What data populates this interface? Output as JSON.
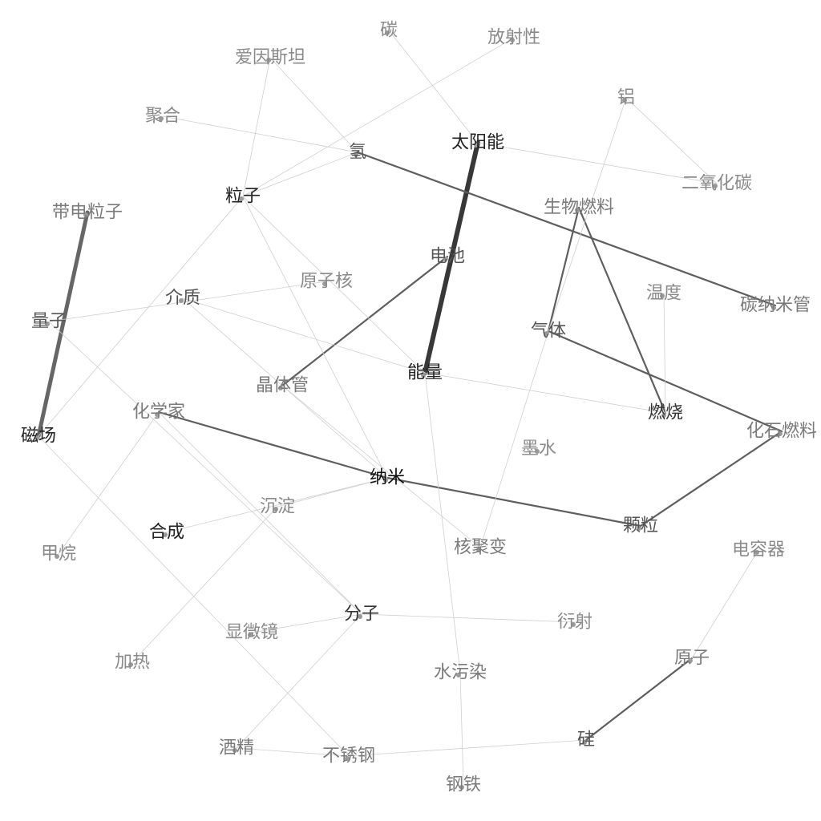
{
  "graph": {
    "nodes": [
      {
        "id": "carbon",
        "label": "碳",
        "shade": "#8a8a8a"
      },
      {
        "id": "radioactive",
        "label": "放射性",
        "shade": "#8a8a8a"
      },
      {
        "id": "einstein",
        "label": "爱因斯坦",
        "shade": "#8a8a8a"
      },
      {
        "id": "aluminum",
        "label": "铝",
        "shade": "#8a8a8a"
      },
      {
        "id": "polymerize",
        "label": "聚合",
        "shade": "#8a8a8a"
      },
      {
        "id": "solar",
        "label": "太阳能",
        "shade": "#222222"
      },
      {
        "id": "hydrogen",
        "label": "氢",
        "shade": "#555555"
      },
      {
        "id": "co2",
        "label": "二氧化碳",
        "shade": "#8a8a8a"
      },
      {
        "id": "particle",
        "label": "粒子",
        "shade": "#222222"
      },
      {
        "id": "biofuel",
        "label": "生物燃料",
        "shade": "#7a7a7a"
      },
      {
        "id": "charged_particle",
        "label": "带电粒子",
        "shade": "#7a7a7a"
      },
      {
        "id": "battery",
        "label": "电池",
        "shade": "#555555"
      },
      {
        "id": "nucleus",
        "label": "原子核",
        "shade": "#8a8a8a"
      },
      {
        "id": "temperature",
        "label": "温度",
        "shade": "#8a8a8a"
      },
      {
        "id": "nanotube",
        "label": "碳纳米管",
        "shade": "#7a7a7a"
      },
      {
        "id": "medium",
        "label": "介质",
        "shade": "#555555"
      },
      {
        "id": "quantum",
        "label": "量子",
        "shade": "#555555"
      },
      {
        "id": "gas",
        "label": "气体",
        "shade": "#555555"
      },
      {
        "id": "energy",
        "label": "能量",
        "shade": "#222222"
      },
      {
        "id": "transistor",
        "label": "晶体管",
        "shade": "#7a7a7a"
      },
      {
        "id": "combustion",
        "label": "燃烧",
        "shade": "#333333"
      },
      {
        "id": "chemist",
        "label": "化学家",
        "shade": "#7a7a7a"
      },
      {
        "id": "magnetic",
        "label": "磁场",
        "shade": "#222222"
      },
      {
        "id": "fossil",
        "label": "化石燃料",
        "shade": "#7a7a7a"
      },
      {
        "id": "ink",
        "label": "墨水",
        "shade": "#8a8a8a"
      },
      {
        "id": "nano",
        "label": "纳米",
        "shade": "#111111"
      },
      {
        "id": "precipitate",
        "label": "沉淀",
        "shade": "#8a8a8a"
      },
      {
        "id": "synthesis",
        "label": "合成",
        "shade": "#222222"
      },
      {
        "id": "granule",
        "label": "颗粒",
        "shade": "#555555"
      },
      {
        "id": "methane",
        "label": "甲烷",
        "shade": "#8a8a8a"
      },
      {
        "id": "fission",
        "label": "核聚变",
        "shade": "#7a7a7a"
      },
      {
        "id": "capacitor",
        "label": "电容器",
        "shade": "#8a8a8a"
      },
      {
        "id": "molecule",
        "label": "分子",
        "shade": "#333333"
      },
      {
        "id": "diffraction",
        "label": "衍射",
        "shade": "#8a8a8a"
      },
      {
        "id": "microscope",
        "label": "显微镜",
        "shade": "#8a8a8a"
      },
      {
        "id": "heating",
        "label": "加热",
        "shade": "#8a8a8a"
      },
      {
        "id": "atom",
        "label": "原子",
        "shade": "#7a7a7a"
      },
      {
        "id": "water_pollution",
        "label": "水污染",
        "shade": "#7a7a7a"
      },
      {
        "id": "silicon",
        "label": "硅",
        "shade": "#555555"
      },
      {
        "id": "alcohol",
        "label": "酒精",
        "shade": "#7a7a7a"
      },
      {
        "id": "stainless",
        "label": "不锈钢",
        "shade": "#7a7a7a"
      },
      {
        "id": "steel",
        "label": "钢铁",
        "shade": "#7a7a7a"
      }
    ],
    "edges": [
      {
        "source": "solar",
        "target": "energy",
        "weight": 5
      },
      {
        "source": "charged_particle",
        "target": "magnetic",
        "weight": 4
      },
      {
        "source": "hydrogen",
        "target": "nanotube",
        "weight": 2
      },
      {
        "source": "battery",
        "target": "transistor",
        "weight": 2
      },
      {
        "source": "biofuel",
        "target": "gas",
        "weight": 2
      },
      {
        "source": "biofuel",
        "target": "combustion",
        "weight": 2
      },
      {
        "source": "gas",
        "target": "fossil",
        "weight": 2
      },
      {
        "source": "fossil",
        "target": "granule",
        "weight": 2
      },
      {
        "source": "chemist",
        "target": "nano",
        "weight": 2
      },
      {
        "source": "nano",
        "target": "granule",
        "weight": 2
      },
      {
        "source": "atom",
        "target": "silicon",
        "weight": 2
      },
      {
        "source": "carbon",
        "target": "solar",
        "weight": 0.5
      },
      {
        "source": "radioactive",
        "target": "particle",
        "weight": 0.5
      },
      {
        "source": "einstein",
        "target": "particle",
        "weight": 0.5
      },
      {
        "source": "einstein",
        "target": "hydrogen",
        "weight": 0.5
      },
      {
        "source": "polymerize",
        "target": "hydrogen",
        "weight": 0.5
      },
      {
        "source": "hydrogen",
        "target": "particle",
        "weight": 0.5
      },
      {
        "source": "solar",
        "target": "co2",
        "weight": 0.5
      },
      {
        "source": "aluminum",
        "target": "co2",
        "weight": 0.5
      },
      {
        "source": "aluminum",
        "target": "gas",
        "weight": 0.5
      },
      {
        "source": "particle",
        "target": "magnetic",
        "weight": 0.5
      },
      {
        "source": "particle",
        "target": "nano",
        "weight": 0.5
      },
      {
        "source": "particle",
        "target": "energy",
        "weight": 0.5
      },
      {
        "source": "quantum",
        "target": "nucleus",
        "weight": 0.5
      },
      {
        "source": "quantum",
        "target": "molecule",
        "weight": 0.5
      },
      {
        "source": "medium",
        "target": "energy",
        "weight": 0.5
      },
      {
        "source": "medium",
        "target": "nano",
        "weight": 0.5
      },
      {
        "source": "energy",
        "target": "combustion",
        "weight": 0.5
      },
      {
        "source": "energy",
        "target": "water_pollution",
        "weight": 0.5
      },
      {
        "source": "temperature",
        "target": "combustion",
        "weight": 0.5
      },
      {
        "source": "gas",
        "target": "fission",
        "weight": 0.5
      },
      {
        "source": "transistor",
        "target": "fission",
        "weight": 0.5
      },
      {
        "source": "chemist",
        "target": "methane",
        "weight": 0.5
      },
      {
        "source": "chemist",
        "target": "molecule",
        "weight": 0.5
      },
      {
        "source": "magnetic",
        "target": "stainless",
        "weight": 0.5
      },
      {
        "source": "nano",
        "target": "precipitate",
        "weight": 0.5
      },
      {
        "source": "nano",
        "target": "synthesis",
        "weight": 0.5
      },
      {
        "source": "precipitate",
        "target": "heating",
        "weight": 0.5
      },
      {
        "source": "molecule",
        "target": "microscope",
        "weight": 0.5
      },
      {
        "source": "molecule",
        "target": "diffraction",
        "weight": 0.5
      },
      {
        "source": "molecule",
        "target": "alcohol",
        "weight": 0.5
      },
      {
        "source": "capacitor",
        "target": "atom",
        "weight": 0.5
      },
      {
        "source": "water_pollution",
        "target": "steel",
        "weight": 0.5
      },
      {
        "source": "alcohol",
        "target": "stainless",
        "weight": 0.5
      },
      {
        "source": "stainless",
        "target": "silicon",
        "weight": 0.5
      }
    ]
  }
}
